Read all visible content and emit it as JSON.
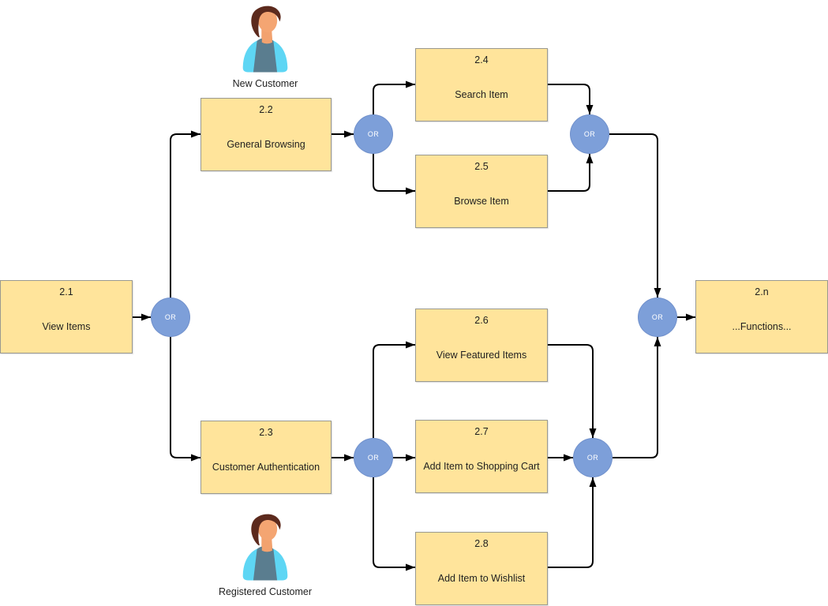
{
  "diagram": {
    "or_label": "OR",
    "colors": {
      "node_fill": "#FFE49B",
      "node_border": "#999990",
      "connector": "#000000",
      "or_fill": "#7D9FD9",
      "or_text": "#FFFFFF",
      "actor_jacket": "#5ED6F4",
      "actor_shirt": "#5A7D8F",
      "actor_skin": "#F4A572",
      "actor_hair": "#5C2A1D"
    },
    "nodes": [
      {
        "id": "2.1",
        "label": "View Items"
      },
      {
        "id": "2.2",
        "label": "General Browsing"
      },
      {
        "id": "2.3",
        "label": "Customer Authentication"
      },
      {
        "id": "2.4",
        "label": "Search Item"
      },
      {
        "id": "2.5",
        "label": "Browse Item"
      },
      {
        "id": "2.6",
        "label": "View Featured Items"
      },
      {
        "id": "2.7",
        "label": "Add Item to Shopping Cart"
      },
      {
        "id": "2.8",
        "label": "Add Item to Wishlist"
      },
      {
        "id": "2.n",
        "label": "...Functions..."
      }
    ],
    "actors": [
      {
        "label": "New Customer"
      },
      {
        "label": "Registered Customer"
      }
    ]
  }
}
